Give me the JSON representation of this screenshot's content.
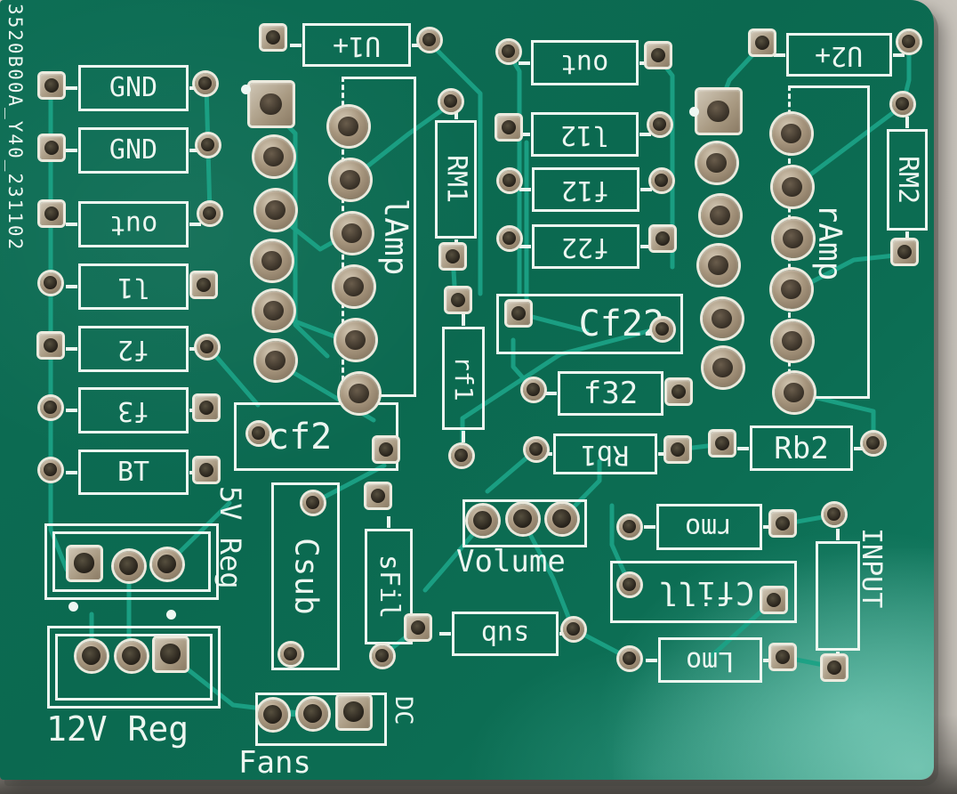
{
  "image_type": "photograph of a bare printed circuit board (green soldermask, white silkscreen)",
  "board": {
    "silkscreen_id": "3520B00A_Y40_231102",
    "colors": {
      "soldermask_green": "#0b6950",
      "trace_teal": "#1ba185",
      "silkscreen_white": "#ecf6f0",
      "pad_metal": "#a6957d",
      "background_carpet": "#c9c4bc"
    },
    "labels": {
      "gnd1": "GND",
      "gnd2": "GND",
      "out_left": "out",
      "l1": "l1",
      "f2": "f2",
      "f3": "f3",
      "bt": "BT",
      "u1_plus": "U1+",
      "u2_plus": "U2+",
      "out_mid": "out",
      "l12": "l12",
      "f12": "f12",
      "f22": "f22",
      "rm1": "RM1",
      "rm2": "RM2",
      "lamp": "lAmp",
      "ramp": "rAmp",
      "cf22": "Cf22",
      "f32": "f32",
      "rf1": "rf1",
      "cf2": "cf2",
      "rb1": "Rb1",
      "rb2": "Rb2",
      "reg5v": "5V Reg",
      "csub": "Csub",
      "sfil": "sFil",
      "volume": "Volume",
      "sub": "sub",
      "rmo": "rmo",
      "cfill": "Cfill",
      "lmo": "Lmo",
      "input": "INPUT",
      "reg12v": "12V Reg",
      "fans": "Fans",
      "dc": "DC"
    },
    "label_orientation": {
      "printed_upside_down": [
        "out_left",
        "l1",
        "f2",
        "f3",
        "u1_plus",
        "u2_plus",
        "out_mid",
        "l12",
        "f12",
        "f22",
        "rb1",
        "sub",
        "rmo",
        "cfill",
        "lmo"
      ],
      "printed_vertical_top_to_bottom": [
        "rm1",
        "rm2",
        "lamp",
        "ramp",
        "rf1",
        "reg5v",
        "csub",
        "sfil",
        "input",
        "dc",
        "silkscreen_id"
      ]
    }
  }
}
